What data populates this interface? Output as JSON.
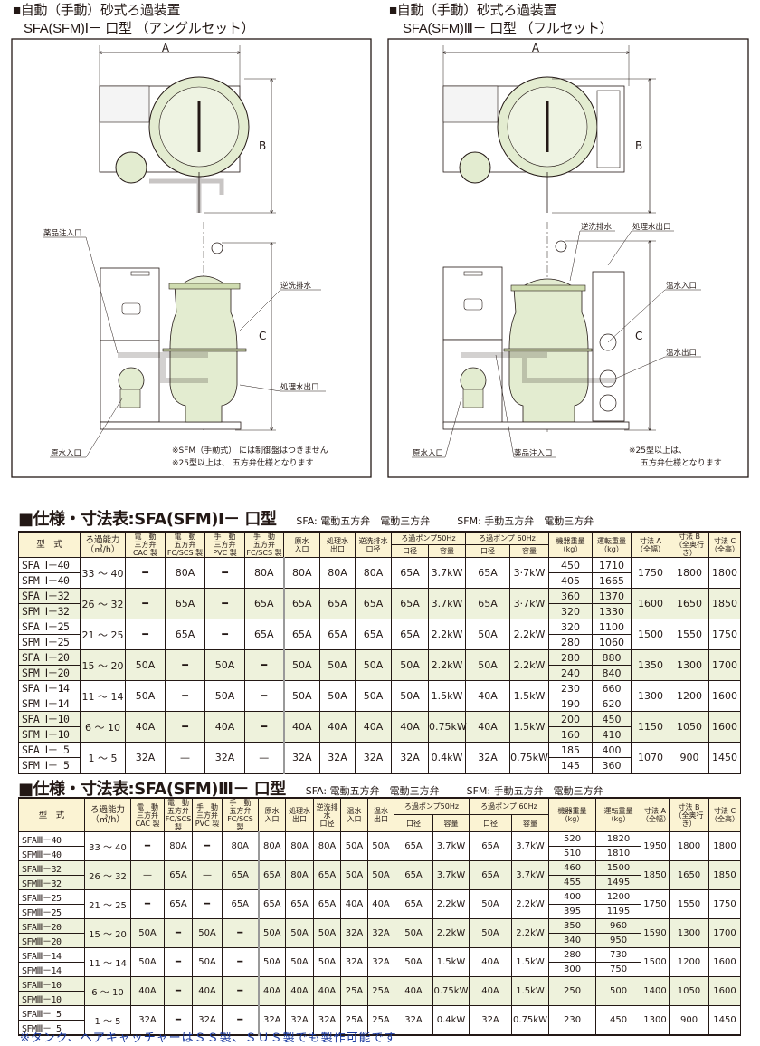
{
  "diagrams": [
    {
      "title": "■自動（手動）砂式ろ過装置",
      "subtitle": "SFA(SFM)Ⅰ－ 口型 （アングルセット）",
      "dims": {
        "a": "A",
        "b": "B",
        "c": "C"
      },
      "labels": {
        "chem": "薬品注入口",
        "backwash": "逆洗排水",
        "treated": "処理水出口",
        "raw": "原水入口"
      },
      "notes": [
        "※SFM（手動式） には制御盤はつきません",
        "※25型以上は、 五方弁仕様となります"
      ]
    },
    {
      "title": "■自動（手動）砂式ろ過装置",
      "subtitle": "SFA(SFM)Ⅲ－ 口型 （フルセット）",
      "dims": {
        "a": "A",
        "b": "B",
        "c": "C"
      },
      "labels": {
        "backwash": "逆洗排水",
        "treated": "処理水出口",
        "hot_in": "温水入口",
        "hot_out": "温水出口",
        "raw": "原水入口",
        "chem": "薬品注入口"
      },
      "notes": [
        "※25型以上は、",
        "五方弁仕様となります"
      ]
    }
  ],
  "tables": [
    {
      "title": "■仕様・寸法表:SFA(SFM)Ⅰ－ 口型",
      "sfa_note": "SFA: 電動五方弁　電動三方弁",
      "sfm_note": "SFM: 手動五方弁　電動三方弁",
      "headers": [
        "型　式",
        "ろ過能力\n（㎥/h）",
        "電　動\n三方弁\nCAC 製",
        "電　動\n五方弁\nFC/SCS 製",
        "手　動\n三方弁\nPVC 製",
        "手　動\n五方弁\nFC/SCS 製",
        "原水\n入口",
        "処理水\n出口",
        "逆洗排水\n口径",
        "ろ過ポンプ50Hz",
        "ろ過ポンプ 60Hz",
        "機器重量\n（kg）",
        "運転重量\n（kg）",
        "寸法 A\n（全幅）",
        "寸法 B\n（全奥行き）",
        "寸法 C\n（全高）"
      ],
      "sub_headers": [
        "口径",
        "容量",
        "口径",
        "容量"
      ],
      "groups": [
        {
          "models": [
            "SFA Ⅰ－40",
            "SFM Ⅰ－40"
          ],
          "capacity": "33 ～ 40",
          "valves": [
            "━",
            "80A",
            "━",
            "80A"
          ],
          "ports": [
            "80A",
            "80A",
            "80A"
          ],
          "pump50": [
            "65A",
            "3.7kW"
          ],
          "pump60": [
            "65A",
            "3·7kW"
          ],
          "equip": [
            "450",
            "405"
          ],
          "oper": [
            "1710",
            "1665"
          ],
          "dims": [
            "1750",
            "1800",
            "1800"
          ]
        },
        {
          "models": [
            "SFA Ⅰ－32",
            "SFM Ⅰ－32"
          ],
          "capacity": "26 ～ 32",
          "valves": [
            "━",
            "65A",
            "━",
            "65A"
          ],
          "ports": [
            "65A",
            "65A",
            "65A"
          ],
          "pump50": [
            "65A",
            "3.7kW"
          ],
          "pump60": [
            "65A",
            "3·7kW"
          ],
          "equip": [
            "360",
            "320"
          ],
          "oper": [
            "1370",
            "1330"
          ],
          "dims": [
            "1600",
            "1650",
            "1850"
          ]
        },
        {
          "models": [
            "SFA Ⅰ－25",
            "SFM Ⅰ－25"
          ],
          "capacity": "21 ～ 25",
          "valves": [
            "━",
            "65A",
            "━",
            "65A"
          ],
          "ports": [
            "65A",
            "65A",
            "65A"
          ],
          "pump50": [
            "65A",
            "2.2kW"
          ],
          "pump60": [
            "50A",
            "2.2kW"
          ],
          "equip": [
            "320",
            "280"
          ],
          "oper": [
            "1100",
            "1060"
          ],
          "dims": [
            "1500",
            "1550",
            "1750"
          ]
        },
        {
          "models": [
            "SFA Ⅰ－20",
            "SFM Ⅰ－20"
          ],
          "capacity": "15 ～ 20",
          "valves": [
            "50A",
            "━",
            "50A",
            "━"
          ],
          "ports": [
            "50A",
            "50A",
            "50A"
          ],
          "pump50": [
            "50A",
            "2.2kW"
          ],
          "pump60": [
            "50A",
            "2.2kW"
          ],
          "equip": [
            "280",
            "240"
          ],
          "oper": [
            "880",
            "840"
          ],
          "dims": [
            "1350",
            "1300",
            "1700"
          ]
        },
        {
          "models": [
            "SFA Ⅰ－14",
            "SFM Ⅰ－14"
          ],
          "capacity": "11 ～ 14",
          "valves": [
            "50A",
            "━",
            "50A",
            "━"
          ],
          "ports": [
            "50A",
            "50A",
            "50A"
          ],
          "pump50": [
            "50A",
            "1.5kW"
          ],
          "pump60": [
            "40A",
            "1.5kW"
          ],
          "equip": [
            "230",
            "190"
          ],
          "oper": [
            "660",
            "620"
          ],
          "dims": [
            "1300",
            "1200",
            "1600"
          ]
        },
        {
          "models": [
            "SFA Ⅰ－10",
            "SFM Ⅰ－10"
          ],
          "capacity": "6 ～ 10",
          "valves": [
            "40A",
            "━",
            "40A",
            "━"
          ],
          "ports": [
            "40A",
            "40A",
            "40A"
          ],
          "pump50": [
            "40A",
            "0.75kW"
          ],
          "pump60": [
            "40A",
            "1.5kW"
          ],
          "equip": [
            "200",
            "160"
          ],
          "oper": [
            "450",
            "410"
          ],
          "dims": [
            "1150",
            "1050",
            "1600"
          ]
        },
        {
          "models": [
            "SFA Ⅰ－ 5",
            "SFM Ⅰ－ 5"
          ],
          "capacity": "1 ～ 5",
          "valves": [
            "32A",
            "—",
            "32A",
            "—"
          ],
          "ports": [
            "32A",
            "32A",
            "32A"
          ],
          "pump50": [
            "32A",
            "0.4kW"
          ],
          "pump60": [
            "32A",
            "0.75kW"
          ],
          "equip": [
            "185",
            "145"
          ],
          "oper": [
            "400",
            "360"
          ],
          "dims": [
            "1070",
            "900",
            "1450"
          ]
        }
      ]
    },
    {
      "title": "■仕様・寸法表:SFA(SFM)Ⅲ－ 口型",
      "sfa_note": "SFA: 電動五方弁　電動三方弁",
      "sfm_note": "SFM: 手動五方弁　電動三方弁",
      "headers": [
        "型　式",
        "ろ過能力\n（㎥/h）",
        "電　動\n三方弁\nCAC 製",
        "電　動\n五方弁\nFC/SCS 製",
        "手　動\n三方弁\nPVC 製",
        "手　動\n五方弁\nFC/SCS 製",
        "原水\n入口",
        "処理水\n出口",
        "逆洗排水\n口径",
        "温水\n入口",
        "温水\n出口",
        "ろ過ポンプ50Hz",
        "ろ過ポンプ 60Hz",
        "機器重量\n（kg）",
        "運転重量\n（kg）",
        "寸法 A\n（全幅）",
        "寸法 B\n（全奥行き）",
        "寸法 C\n（全高）"
      ],
      "sub_headers": [
        "口径",
        "容量",
        "口径",
        "容量"
      ],
      "groups": [
        {
          "models": [
            "SFAⅢ－40",
            "SFMⅢ－40"
          ],
          "capacity": "33 ～ 40",
          "valves": [
            "━",
            "80A",
            "━",
            "80A"
          ],
          "ports": [
            "80A",
            "80A",
            "80A",
            "50A",
            "50A"
          ],
          "pump50": [
            "65A",
            "3.7kW"
          ],
          "pump60": [
            "65A",
            "3.7kW"
          ],
          "equip": [
            "520",
            "510"
          ],
          "oper": [
            "1820",
            "1810"
          ],
          "dims": [
            "1950",
            "1800",
            "1800"
          ]
        },
        {
          "models": [
            "SFAⅢ－32",
            "SFMⅢ－32"
          ],
          "capacity": "26 ～ 32",
          "valves": [
            "—",
            "65A",
            "—",
            "65A"
          ],
          "ports": [
            "65A",
            "80A",
            "65A",
            "50A",
            "50A"
          ],
          "pump50": [
            "65A",
            "3.7kW"
          ],
          "pump60": [
            "65A",
            "3.7kW"
          ],
          "equip": [
            "460",
            "455"
          ],
          "oper": [
            "1500",
            "1495"
          ],
          "dims": [
            "1850",
            "1650",
            "1850"
          ]
        },
        {
          "models": [
            "SFAⅢ－25",
            "SFMⅢ－25"
          ],
          "capacity": "21 ～ 25",
          "valves": [
            "━",
            "65A",
            "━",
            "65A"
          ],
          "ports": [
            "65A",
            "65A",
            "65A",
            "40A",
            "40A"
          ],
          "pump50": [
            "65A",
            "2.2kW"
          ],
          "pump60": [
            "50A",
            "2.2kW"
          ],
          "equip": [
            "400",
            "395"
          ],
          "oper": [
            "1200",
            "1195"
          ],
          "dims": [
            "1750",
            "1550",
            "1750"
          ]
        },
        {
          "models": [
            "SFAⅢ－20",
            "SFMⅢ－20"
          ],
          "capacity": "15 ～ 20",
          "valves": [
            "50A",
            "━",
            "50A",
            "━"
          ],
          "ports": [
            "50A",
            "50A",
            "50A",
            "32A",
            "32A"
          ],
          "pump50": [
            "50A",
            "2.2kW"
          ],
          "pump60": [
            "50A",
            "2.2kW"
          ],
          "equip": [
            "350",
            "340"
          ],
          "oper": [
            "960",
            "950"
          ],
          "dims": [
            "1590",
            "1300",
            "1700"
          ]
        },
        {
          "models": [
            "SFAⅢ－14",
            "SFMⅢ－14"
          ],
          "capacity": "11 ～ 14",
          "valves": [
            "50A",
            "━",
            "50A",
            "━"
          ],
          "ports": [
            "50A",
            "50A",
            "50A",
            "32A",
            "32A"
          ],
          "pump50": [
            "50A",
            "1.5kW"
          ],
          "pump60": [
            "40A",
            "1.5kW"
          ],
          "equip": [
            "280",
            "300"
          ],
          "oper": [
            "730",
            "750"
          ],
          "dims": [
            "1500",
            "1200",
            "1600"
          ]
        },
        {
          "models": [
            "SFAⅢ－10",
            "SFMⅢ－10"
          ],
          "capacity": "6 ～ 10",
          "valves": [
            "40A",
            "━",
            "40A",
            "━"
          ],
          "ports": [
            "40A",
            "40A",
            "40A",
            "25A",
            "25A"
          ],
          "pump50": [
            "40A",
            "0.75kW"
          ],
          "pump60": [
            "40A",
            "1.5kW"
          ],
          "equip": [
            "250"
          ],
          "oper": [
            "500"
          ],
          "dims": [
            "1400",
            "1050",
            "1600"
          ]
        },
        {
          "models": [
            "SFAⅢ－ 5",
            "SFMⅢ－ 5"
          ],
          "capacity": "1 ～ 5",
          "valves": [
            "32A",
            "━",
            "32A",
            "━"
          ],
          "ports": [
            "32A",
            "32A",
            "32A",
            "25A",
            "25A"
          ],
          "pump50": [
            "32A",
            "0.4kW"
          ],
          "pump60": [
            "32A",
            "0.75kW"
          ],
          "equip": [
            "230"
          ],
          "oper": [
            "450"
          ],
          "dims": [
            "1300",
            "900",
            "1450"
          ]
        }
      ]
    }
  ],
  "footer_note": "※タンク、ヘアキャッチャーはＳＳ製、ＳＵＳ製でも製作可能です"
}
